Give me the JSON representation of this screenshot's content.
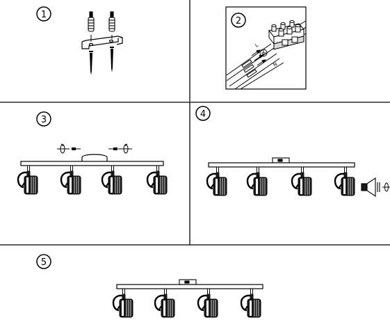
{
  "steps": [
    {
      "number": "1",
      "name": "wall-mounting"
    },
    {
      "number": "2",
      "name": "wiring"
    },
    {
      "number": "3",
      "name": "canopy-fixing"
    },
    {
      "number": "4",
      "name": "bulb-fitting"
    },
    {
      "number": "5",
      "name": "assembled-fixture"
    }
  ],
  "wiring": {
    "live_label": "L",
    "neutral_label": "N"
  },
  "colors": {
    "line": "#000000",
    "background": "#ffffff",
    "terminal_fill": "#ffffff",
    "head_fill": "#1a1a1a"
  },
  "icons": [
    "screw-icon",
    "wall-plug-icon",
    "mounting-bracket-icon",
    "terminal-block-icon",
    "earth-symbol-icon",
    "rotate-arrow-icon",
    "spotlight-head-icon",
    "bulb-icon"
  ]
}
